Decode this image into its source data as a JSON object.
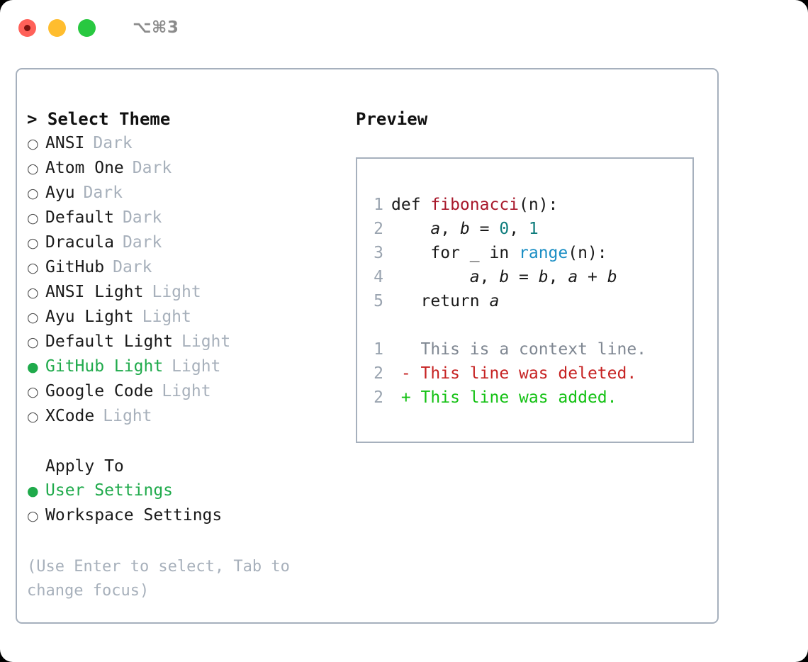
{
  "titlebar": {
    "shortcut": "⌥⌘3",
    "lights": [
      {
        "name": "close",
        "color": "#ff6159"
      },
      {
        "name": "minimize",
        "color": "#ffbd2e"
      },
      {
        "name": "maximize",
        "color": "#28c840"
      }
    ]
  },
  "left": {
    "header": "> Select Theme",
    "themes": [
      {
        "marker": "○",
        "name": "ANSI",
        "variant": "Dark",
        "selected": false
      },
      {
        "marker": "○",
        "name": "Atom One",
        "variant": "Dark",
        "selected": false
      },
      {
        "marker": "○",
        "name": "Ayu",
        "variant": "Dark",
        "selected": false
      },
      {
        "marker": "○",
        "name": "Default",
        "variant": "Dark",
        "selected": false
      },
      {
        "marker": "○",
        "name": "Dracula",
        "variant": "Dark",
        "selected": false
      },
      {
        "marker": "○",
        "name": "GitHub",
        "variant": "Dark",
        "selected": false
      },
      {
        "marker": "○",
        "name": "ANSI Light",
        "variant": "Light",
        "selected": false
      },
      {
        "marker": "○",
        "name": "Ayu Light",
        "variant": "Light",
        "selected": false
      },
      {
        "marker": "○",
        "name": "Default Light",
        "variant": "Light",
        "selected": false
      },
      {
        "marker": "●",
        "name": "GitHub Light",
        "variant": "Light",
        "selected": true
      },
      {
        "marker": "○",
        "name": "Google Code",
        "variant": "Light",
        "selected": false
      },
      {
        "marker": "○",
        "name": "XCode",
        "variant": "Light",
        "selected": false
      }
    ],
    "apply_to": {
      "header": "Apply To",
      "options": [
        {
          "marker": "●",
          "name": "User Settings",
          "selected": true
        },
        {
          "marker": "○",
          "name": "Workspace Settings",
          "selected": false
        }
      ]
    },
    "hint": "(Use Enter to select, Tab to change focus)"
  },
  "right": {
    "header": "Preview",
    "code": {
      "lines": [
        {
          "num": "1",
          "parts": [
            {
              "t": "def ",
              "c": "plain"
            },
            {
              "t": "fibonacci",
              "c": "fn"
            },
            {
              "t": "(n):",
              "c": "plain"
            }
          ]
        },
        {
          "num": "2",
          "parts": [
            {
              "t": "    ",
              "c": "plain"
            },
            {
              "t": "a",
              "c": "var"
            },
            {
              "t": ", ",
              "c": "plain"
            },
            {
              "t": "b",
              "c": "var"
            },
            {
              "t": " = ",
              "c": "plain"
            },
            {
              "t": "0",
              "c": "num"
            },
            {
              "t": ", ",
              "c": "plain"
            },
            {
              "t": "1",
              "c": "num"
            }
          ]
        },
        {
          "num": "3",
          "parts": [
            {
              "t": "    for _ in ",
              "c": "plain"
            },
            {
              "t": "range",
              "c": "call"
            },
            {
              "t": "(n):",
              "c": "plain"
            }
          ]
        },
        {
          "num": "4",
          "parts": [
            {
              "t": "        ",
              "c": "plain"
            },
            {
              "t": "a",
              "c": "var"
            },
            {
              "t": ", ",
              "c": "plain"
            },
            {
              "t": "b",
              "c": "var"
            },
            {
              "t": " = ",
              "c": "plain"
            },
            {
              "t": "b",
              "c": "var"
            },
            {
              "t": ", ",
              "c": "plain"
            },
            {
              "t": "a",
              "c": "var"
            },
            {
              "t": " + ",
              "c": "plain"
            },
            {
              "t": "b",
              "c": "var"
            }
          ]
        },
        {
          "num": "5",
          "parts": [
            {
              "t": "   return ",
              "c": "plain"
            },
            {
              "t": "a",
              "c": "var"
            }
          ]
        }
      ],
      "diff": [
        {
          "num": "1",
          "kind": "ctx",
          "text": "   This is a context line."
        },
        {
          "num": "2",
          "kind": "del",
          "text": " - This line was deleted."
        },
        {
          "num": "2",
          "kind": "add",
          "text": " + This line was added."
        }
      ]
    }
  },
  "colors": {
    "selected_green": "#1faa4b",
    "muted": "#a7b0bb",
    "border": "#a6b0bd",
    "fn_red": "#a8182b",
    "num_teal": "#0d7c7c",
    "call_blue": "#1a8ec4",
    "diff_del": "#c62222",
    "diff_add": "#13c113",
    "line_number": "#9aa4b0"
  }
}
